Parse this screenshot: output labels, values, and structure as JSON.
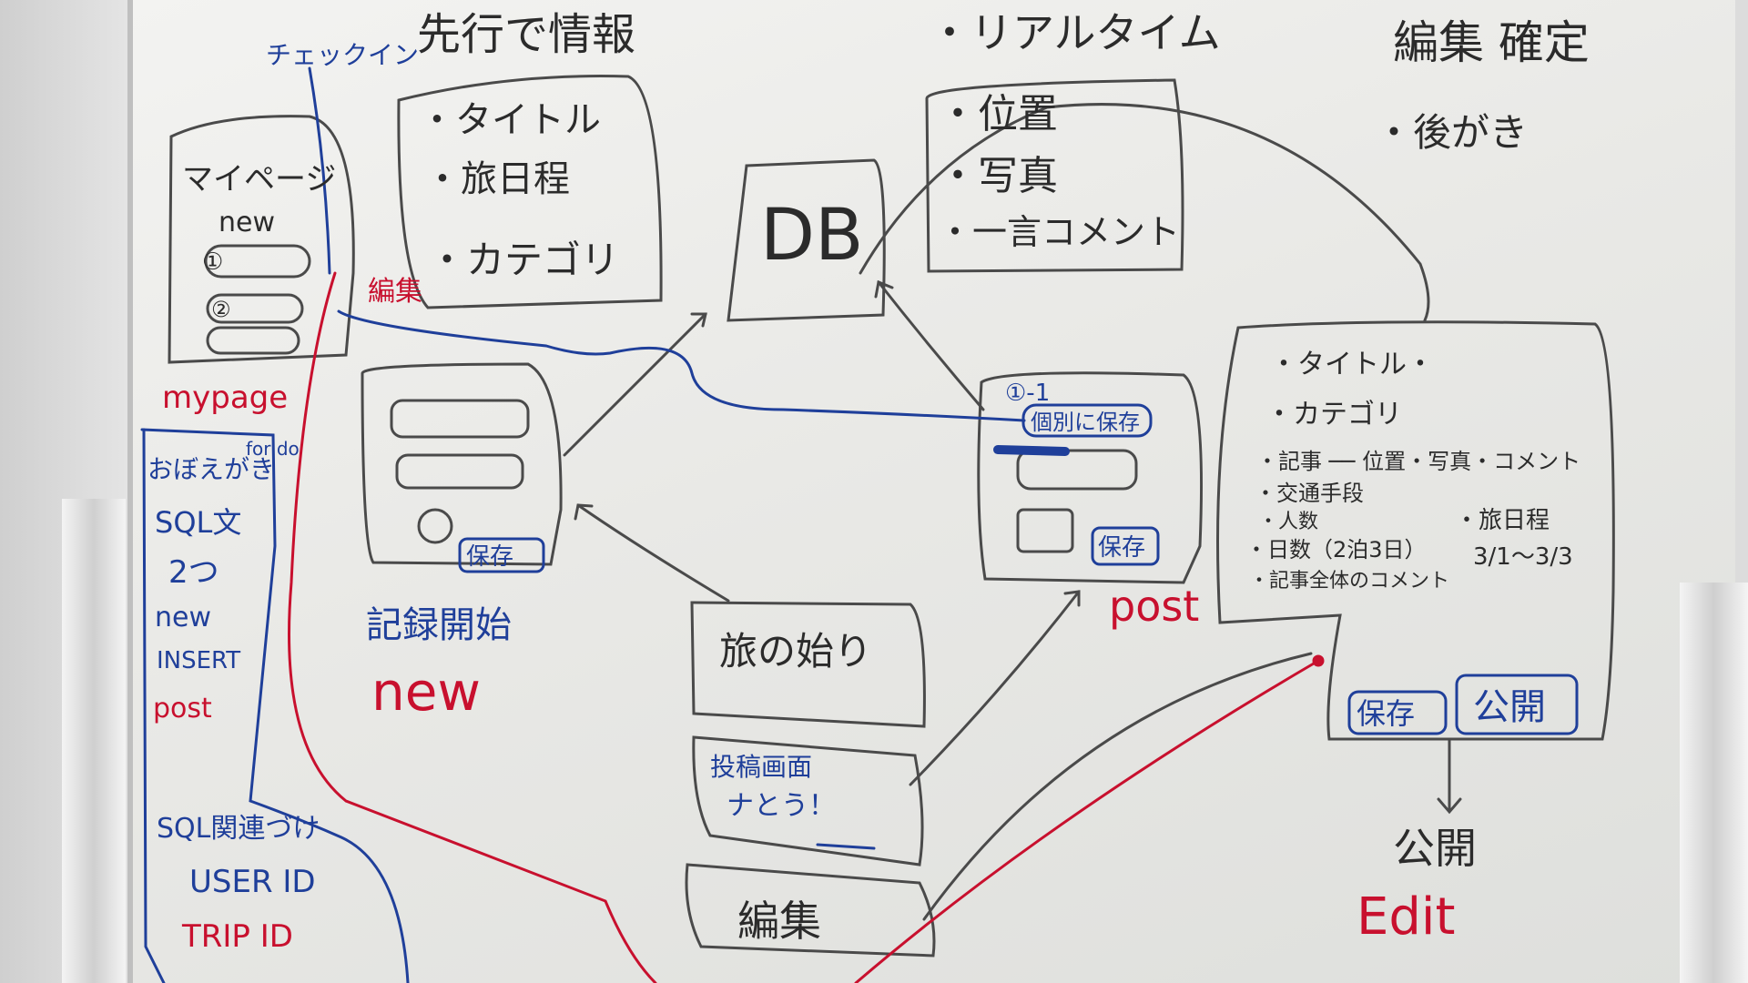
{
  "board": {
    "header_prior": "先行で情報",
    "header_realtime": "・リアルタイム",
    "header_edit": "編集 確定",
    "checkin": "チェックイン",
    "mypage_title": "マイページ",
    "mypage_new": "new",
    "mypage_item1": "①",
    "mypage_item2": "②",
    "mypage_label": "mypage",
    "edit_small": "編集",
    "prior_items": [
      "・タイトル",
      "・旅日程",
      "・カテゴリ"
    ],
    "db_label": "DB",
    "realtime_items": [
      "・位置",
      "・写真",
      "・一言コメント"
    ],
    "afterword": "・後がき",
    "left_notes": [
      "for do",
      "おぼえがき",
      "SQL文",
      "2つ",
      "new",
      "INSERT",
      "post"
    ],
    "sql_relation": "SQL関連づけ",
    "user_id": "USER ID",
    "trip_id": "TRIP ID",
    "record_form_save": "保存",
    "record_start": "記録開始",
    "record_new": "new",
    "trip_start_box": "旅の始り",
    "post_screen_title": "投稿画面",
    "post_screen_sub": "ナとう！",
    "edit_box": "編集",
    "post_form_num": "①-1",
    "post_form_pill": "個別に保存",
    "post_form_save": "保存",
    "post_label": "post",
    "final_items": [
      "・タイトル・",
      "・カテゴリ",
      "・記事 ── 位置・写真・コメント",
      "・交通手段",
      "・人数",
      "・日数（2泊3日）",
      "・記事全体のコメント"
    ],
    "final_schedule": "・旅日程",
    "final_dates": "3/1〜3/3",
    "btn_save": "保存",
    "btn_publish": "公開",
    "publish_label": "公開",
    "edit_label": "Edit"
  }
}
